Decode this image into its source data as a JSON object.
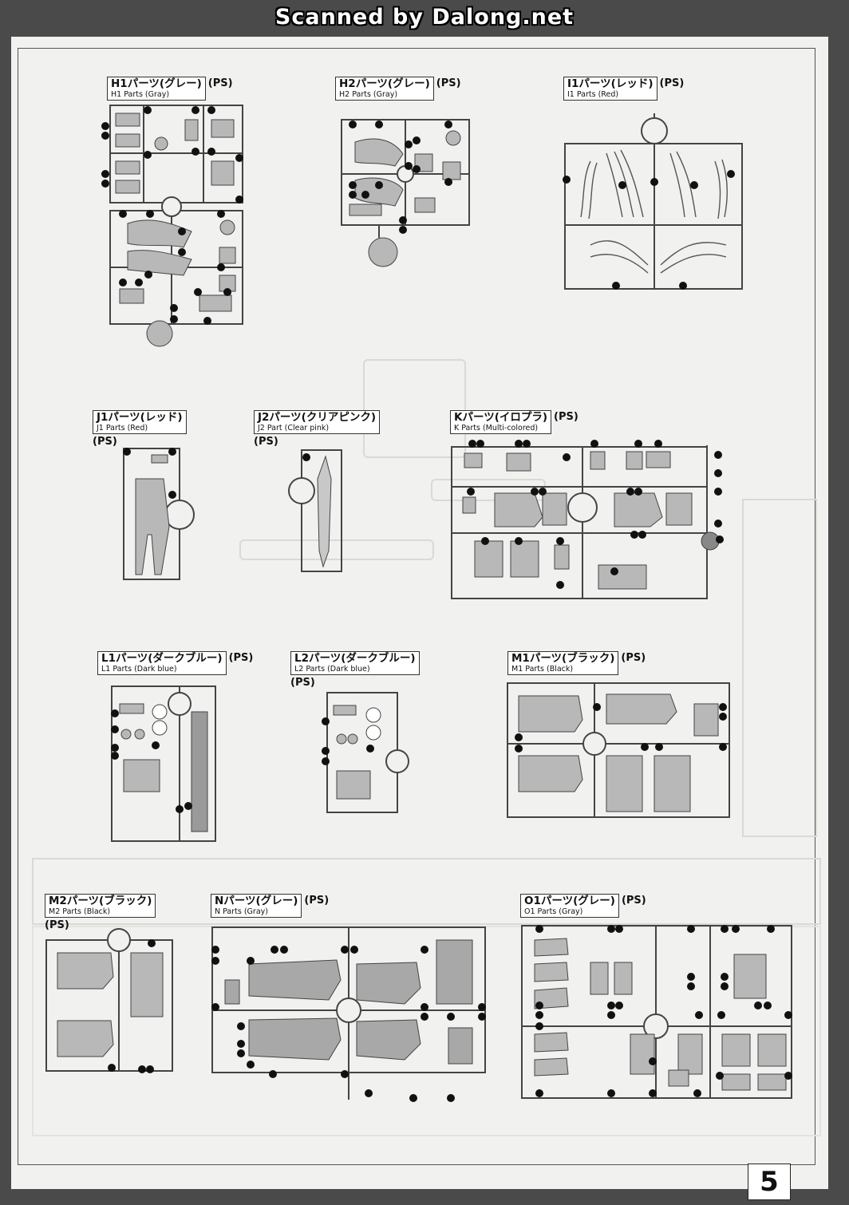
{
  "banner": "Scanned by Dalong.net",
  "page_number": "5",
  "ps_mark": "(PS)",
  "sheets": {
    "H1": {
      "ja": "H1パーツ(グレー)",
      "en": "H1 Parts (Gray)"
    },
    "H2": {
      "ja": "H2パーツ(グレー)",
      "en": "H2 Parts (Gray)"
    },
    "I1": {
      "ja": "I1パーツ(レッド)",
      "en": "I1 Parts (Red)"
    },
    "J1": {
      "ja": "J1パーツ(レッド)",
      "en": "J1 Parts (Red)"
    },
    "J2": {
      "ja": "J2パーツ(クリアピンク)",
      "en": "J2 Part (Clear pink)"
    },
    "K": {
      "ja": "Kパーツ(イロプラ)",
      "en": "K Parts (Multi-colored)"
    },
    "L1": {
      "ja": "L1パーツ(ダークブルー)",
      "en": "L1 Parts (Dark blue)"
    },
    "L2": {
      "ja": "L2パーツ(ダークブルー)",
      "en": "L2 Parts (Dark blue)"
    },
    "M1": {
      "ja": "M1パーツ(ブラック)",
      "en": "M1 Parts (Black)"
    },
    "M2": {
      "ja": "M2パーツ(ブラック)",
      "en": "M2 Parts (Black)"
    },
    "N": {
      "ja": "Nパーツ(グレー)",
      "en": "N Parts (Gray)"
    },
    "O1": {
      "ja": "O1パーツ(グレー)",
      "en": "O1 Parts (Gray)"
    }
  }
}
